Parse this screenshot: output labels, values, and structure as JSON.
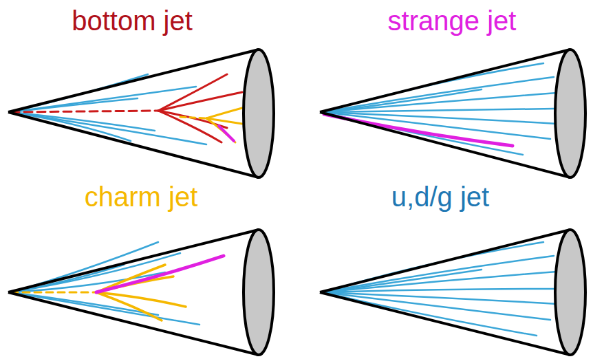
{
  "diagram": {
    "labels": [
      "bottom jet",
      "strange jet",
      "charm jet",
      "u,d/g jet"
    ]
  }
}
